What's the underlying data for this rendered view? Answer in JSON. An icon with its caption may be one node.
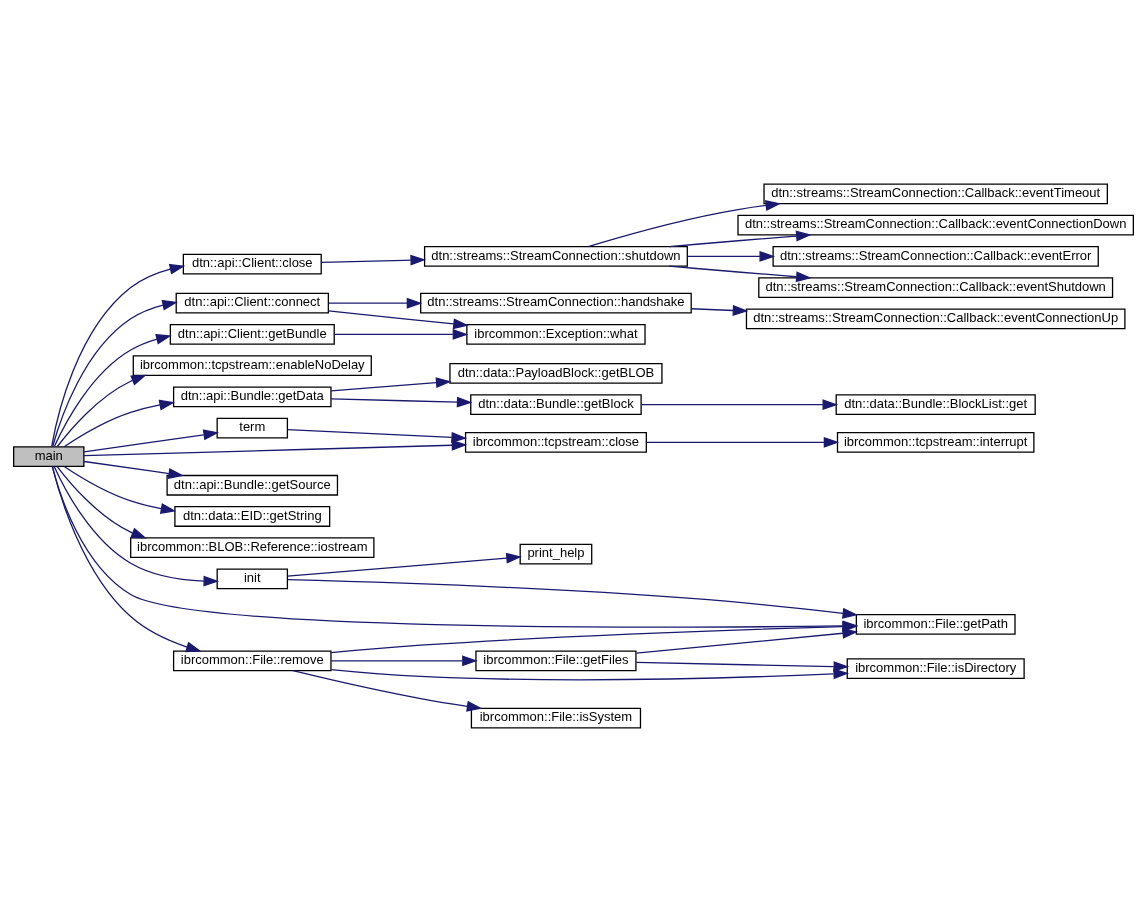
{
  "diagram": {
    "nodes": [
      {
        "text": [
          "main"
        ]
      },
      {
        "text": [
          "dtn::api::Client::close"
        ]
      },
      {
        "text": [
          "dtn::streams::StreamConnection::shutdown"
        ]
      },
      {
        "text": [
          "dtn::streams::StreamConnection::Callback::eventTimeout"
        ]
      },
      {
        "text": [
          "dtn::streams::StreamConnection::Callback::eventConnectionDown"
        ]
      },
      {
        "text": [
          "dtn::streams::StreamConnection::Callback::eventError"
        ]
      },
      {
        "text": [
          "dtn::streams::StreamConnection::Callback::eventShutdown"
        ]
      },
      {
        "text": [
          "dtn::api::Client::connect"
        ]
      },
      {
        "text": [
          "dtn::streams::StreamConnection::handshake"
        ]
      },
      {
        "text": [
          "dtn::streams::StreamConnection::Callback::eventConnectionUp"
        ]
      },
      {
        "text": [
          "ibrcommon::Exception::what"
        ]
      },
      {
        "text": [
          "dtn::api::Client::getBundle"
        ]
      },
      {
        "text": [
          "ibrcommon::tcpstream::enableNoDelay"
        ]
      },
      {
        "text": [
          "dtn::api::Bundle::getData"
        ]
      },
      {
        "text": [
          "dtn::data::PayloadBlock::getBLOB"
        ]
      },
      {
        "text": [
          "dtn::data::Bundle::getBlock"
        ]
      },
      {
        "text": [
          "dtn::data::Bundle::BlockList::get"
        ]
      },
      {
        "text": [
          "term"
        ]
      },
      {
        "text": [
          "ibrcommon::tcpstream::close"
        ]
      },
      {
        "text": [
          "ibrcommon::tcpstream::interrupt"
        ]
      },
      {
        "text": [
          "dtn::api::Bundle::getSource"
        ]
      },
      {
        "text": [
          "dtn::data::EID::getString"
        ]
      },
      {
        "text": [
          "ibrcommon::BLOB::Reference::iostream"
        ]
      },
      {
        "text": [
          "print_help"
        ]
      },
      {
        "text": [
          "init"
        ]
      },
      {
        "text": [
          "ibrcommon::File::getPath"
        ]
      },
      {
        "text": [
          "ibrcommon::File::remove"
        ]
      },
      {
        "text": [
          "ibrcommon::File::getFiles"
        ]
      },
      {
        "text": [
          "ibrcommon::File::isDirectory"
        ]
      },
      {
        "text": [
          "ibrcommon::File::isSystem"
        ]
      }
    ],
    "edges": [
      {
        "from": 0,
        "to": 1,
        "arrow": "to"
      },
      {
        "from": 1,
        "to": 2,
        "arrow": "to"
      },
      {
        "from": 2,
        "to": 3,
        "arrow": "to"
      },
      {
        "from": 2,
        "to": 4,
        "arrow": "to"
      },
      {
        "from": 2,
        "to": 5,
        "arrow": "to"
      },
      {
        "from": 2,
        "to": 6,
        "arrow": "to"
      },
      {
        "from": 0,
        "to": 7,
        "arrow": "to"
      },
      {
        "from": 7,
        "to": 8,
        "arrow": "to"
      },
      {
        "from": 8,
        "to": 9,
        "arrow": "to"
      },
      {
        "from": 7,
        "to": 10,
        "arrow": "to"
      },
      {
        "from": 0,
        "to": 11,
        "arrow": "to"
      },
      {
        "from": 11,
        "to": 10,
        "arrow": "to"
      },
      {
        "from": 0,
        "to": 12,
        "arrow": "to"
      },
      {
        "from": 0,
        "to": 13,
        "arrow": "to"
      },
      {
        "from": 13,
        "to": 14,
        "arrow": "to"
      },
      {
        "from": 13,
        "to": 15,
        "arrow": "to"
      },
      {
        "from": 15,
        "to": 16,
        "arrow": "to"
      },
      {
        "from": 0,
        "to": 17,
        "arrow": "to"
      },
      {
        "from": 17,
        "to": 18,
        "arrow": "to"
      },
      {
        "from": 18,
        "to": 19,
        "arrow": "to"
      },
      {
        "from": 0,
        "to": 18,
        "arrow": "to"
      },
      {
        "from": 0,
        "to": 20,
        "arrow": "to"
      },
      {
        "from": 0,
        "to": 21,
        "arrow": "to"
      },
      {
        "from": 0,
        "to": 25,
        "arrow": "to"
      },
      {
        "from": 0,
        "to": 22,
        "arrow": "to"
      },
      {
        "from": 0,
        "to": 24,
        "arrow": "to"
      },
      {
        "from": 24,
        "to": 23,
        "arrow": "to"
      },
      {
        "from": 24,
        "to": 25,
        "arrow": "to"
      },
      {
        "from": 0,
        "to": 26,
        "arrow": "to"
      },
      {
        "from": 26,
        "to": 25,
        "arrow": "to"
      },
      {
        "from": 26,
        "to": 27,
        "arrow": "to"
      },
      {
        "from": 27,
        "to": 25,
        "arrow": "to"
      },
      {
        "from": 27,
        "to": 28,
        "arrow": "to"
      },
      {
        "from": 26,
        "to": 28,
        "arrow": "to"
      },
      {
        "from": 26,
        "to": 29,
        "arrow": "to"
      }
    ]
  }
}
